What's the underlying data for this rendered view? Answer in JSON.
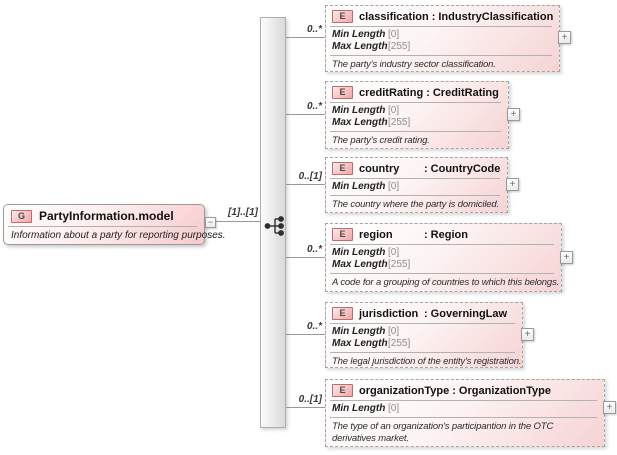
{
  "ui": {
    "colon": ":",
    "expand_glyph": "+",
    "collapse_glyph": "−"
  },
  "group": {
    "icon_letter": "G",
    "title": "PartyInformation.model",
    "description": "Information about a party for reporting purposes.",
    "cardinality": "[1]..[1]"
  },
  "elements": [
    {
      "icon_letter": "E",
      "name": "classification",
      "type": "IndustryClassification",
      "cardinality": "0..*",
      "facets": [
        {
          "name": "Min Length",
          "value": "[0]"
        },
        {
          "name": "Max Length",
          "value": "[255]"
        }
      ],
      "description": "The party's industry sector classification."
    },
    {
      "icon_letter": "E",
      "name": "creditRating",
      "type": "CreditRating",
      "cardinality": "0..*",
      "facets": [
        {
          "name": "Min Length",
          "value": "[0]"
        },
        {
          "name": "Max Length",
          "value": "[255]"
        }
      ],
      "description": "The party's credit rating."
    },
    {
      "icon_letter": "E",
      "name": "country",
      "type": "CountryCode",
      "cardinality": "0..[1]",
      "facets": [
        {
          "name": "Min Length",
          "value": "[0]"
        }
      ],
      "description": "The country where the party is domiciled."
    },
    {
      "icon_letter": "E",
      "name": "region",
      "type": "Region",
      "cardinality": "0..*",
      "facets": [
        {
          "name": "Min Length",
          "value": "[0]"
        },
        {
          "name": "Max Length",
          "value": "[255]"
        }
      ],
      "description": "A code for a grouping of countries to which this belongs."
    },
    {
      "icon_letter": "E",
      "name": "jurisdiction",
      "type": "GoverningLaw",
      "cardinality": "0..*",
      "facets": [
        {
          "name": "Min Length",
          "value": "[0]"
        },
        {
          "name": "Max Length",
          "value": "[255]"
        }
      ],
      "description": "The legal jurisdiction of the entity's registration."
    },
    {
      "icon_letter": "E",
      "name": "organizationType",
      "type": "OrganizationType",
      "cardinality": "0..[1]",
      "facets": [
        {
          "name": "Min Length",
          "value": "[0]"
        }
      ],
      "description": "The type of an organization's participantion in the OTC derivatives market."
    }
  ],
  "colors": {
    "node_pink": "#f6d3d3",
    "icon_border": "#c06a6a",
    "connector": "#989898"
  }
}
